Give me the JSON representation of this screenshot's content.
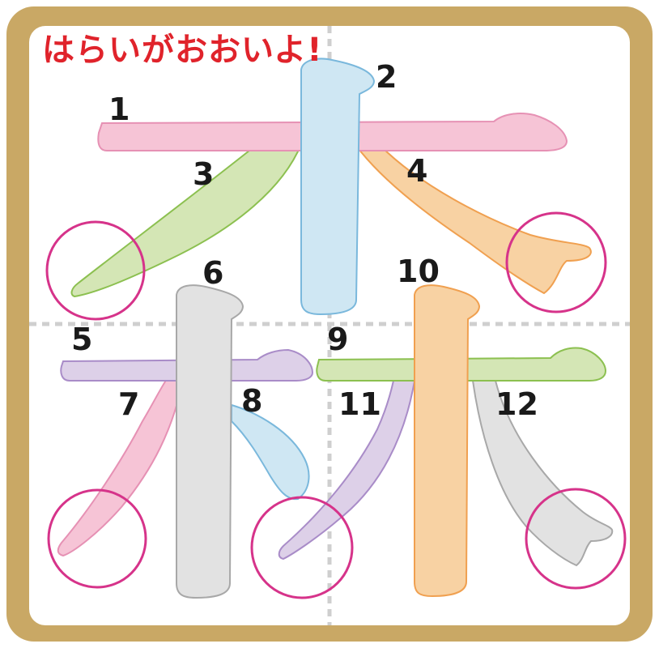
{
  "title": "はらいがおおいよ!",
  "stroke_numbers": {
    "n1": "1",
    "n2": "2",
    "n3": "3",
    "n4": "4",
    "n5": "5",
    "n6": "6",
    "n7": "7",
    "n8": "8",
    "n9": "9",
    "n10": "10",
    "n11": "11",
    "n12": "12"
  },
  "colors": {
    "frame": "#c9a865",
    "circle": "#d6338a",
    "title": "#e0232b",
    "guide": "#cfcfcf"
  }
}
